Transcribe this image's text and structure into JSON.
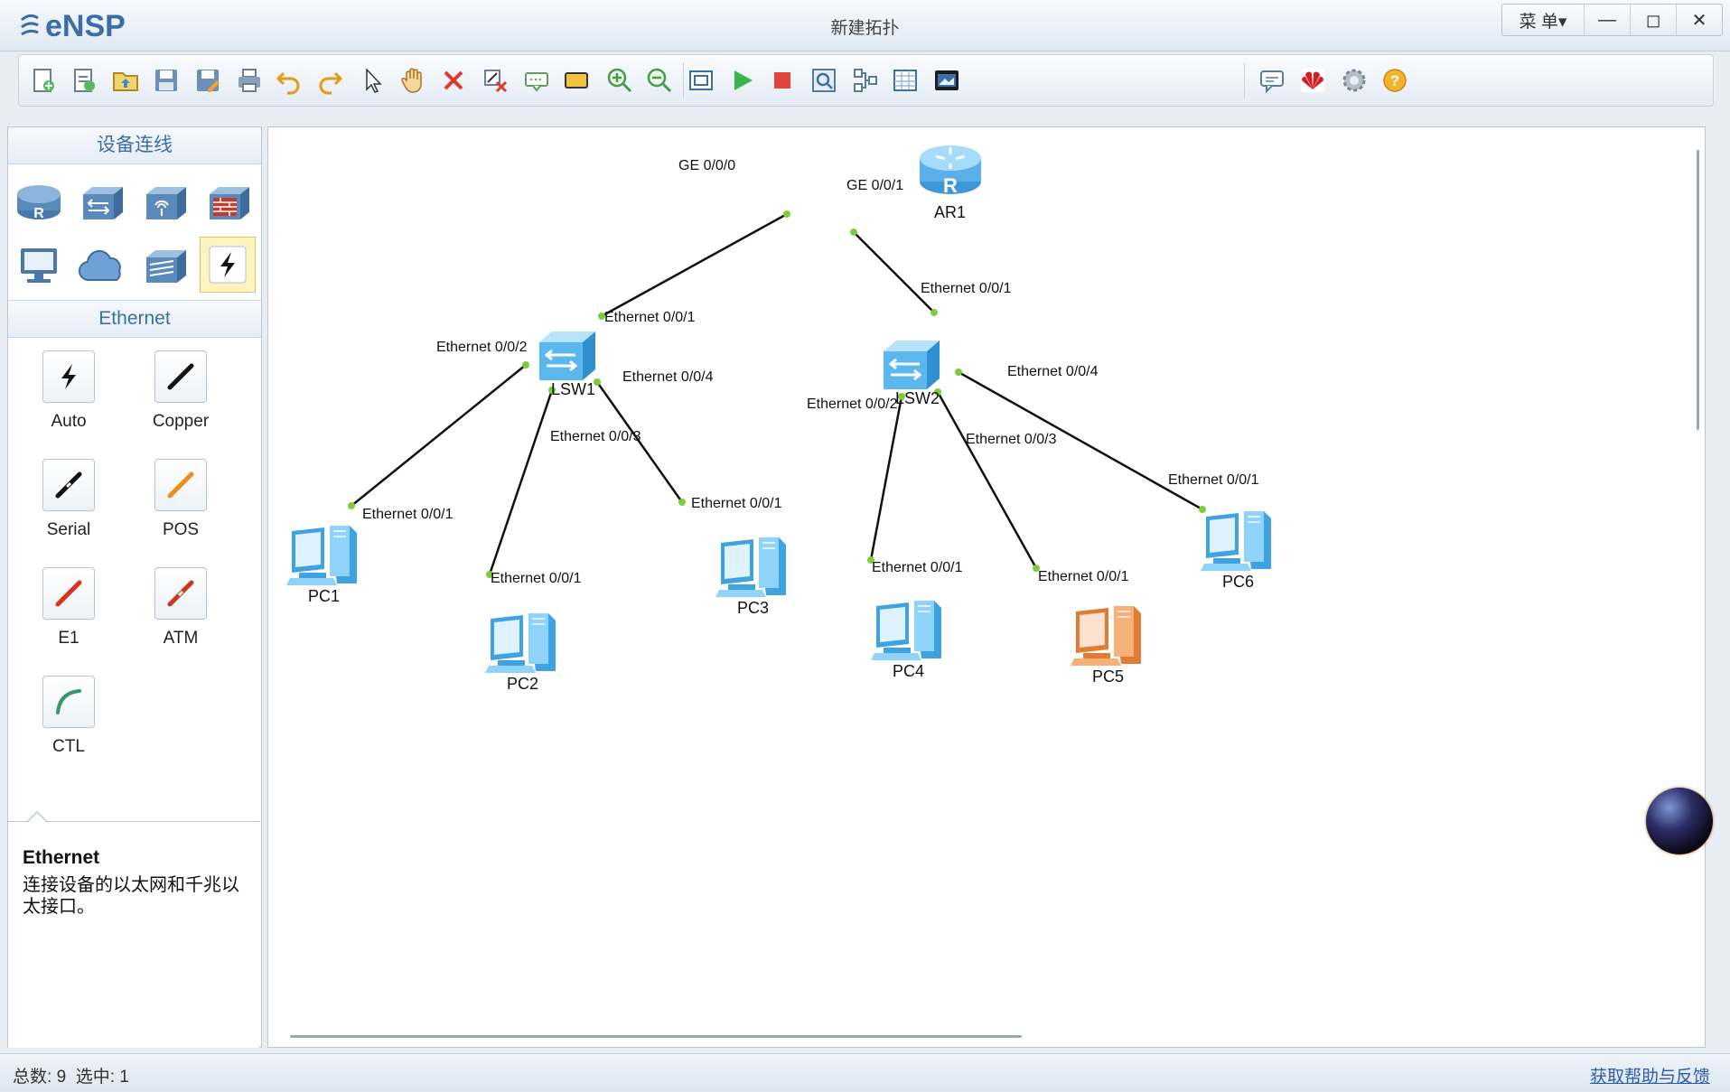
{
  "app": {
    "name": "eNSP",
    "window_title": "新建拓扑"
  },
  "window_controls": {
    "menu_label": "菜 单▾"
  },
  "toolbar": {
    "items": [
      "new-topology-icon",
      "new-experiment-icon",
      "open-icon",
      "save-icon",
      "save-as-icon",
      "print-icon",
      "undo-icon",
      "redo-icon",
      "select-icon",
      "pan-icon",
      "delete-icon",
      "delete-link-icon",
      "text-icon",
      "rectangle-icon",
      "zoom-in-icon",
      "zoom-out-icon",
      "fit-view-icon",
      "start-icon",
      "stop-icon",
      "capture-icon",
      "topology-icon",
      "grid-icon",
      "terminal-icon",
      "message-icon",
      "huawei-icon",
      "settings-icon",
      "help-icon"
    ]
  },
  "left_panel": {
    "devices_header": "设备连线",
    "devices": [
      "router-icon",
      "switch-icon",
      "wireless-icon",
      "firewall-icon",
      "pc-icon",
      "cloud-icon",
      "other-device-icon",
      "link-icon"
    ],
    "links_header": "Ethernet",
    "links": [
      {
        "label": "Auto",
        "color": "#111111"
      },
      {
        "label": "Copper",
        "color": "#111111"
      },
      {
        "label": "Serial",
        "color": "#111111"
      },
      {
        "label": "POS",
        "color": "#f28a1e"
      },
      {
        "label": "E1",
        "color": "#d9331f"
      },
      {
        "label": "ATM",
        "color": "#c8391f"
      },
      {
        "label": "CTL",
        "color": "#2f9a6a"
      }
    ],
    "desc_title": "Ethernet",
    "desc_text": "连接设备的以太网和千兆以太接口。"
  },
  "topology": {
    "nodes": [
      {
        "id": "AR1",
        "label": "AR1",
        "type": "router"
      },
      {
        "id": "LSW1",
        "label": "LSW1",
        "type": "switch"
      },
      {
        "id": "LSW2",
        "label": "LSW2",
        "type": "switch"
      },
      {
        "id": "PC1",
        "label": "PC1",
        "type": "pc"
      },
      {
        "id": "PC2",
        "label": "PC2",
        "type": "pc"
      },
      {
        "id": "PC3",
        "label": "PC3",
        "type": "pc"
      },
      {
        "id": "PC4",
        "label": "PC4",
        "type": "pc"
      },
      {
        "id": "PC5",
        "label": "PC5",
        "type": "pc-selected"
      },
      {
        "id": "PC6",
        "label": "PC6",
        "type": "pc"
      }
    ],
    "links": [
      {
        "from": "AR1",
        "to": "LSW1",
        "from_port": "GE 0/0/0",
        "to_port": "Ethernet 0/0/1"
      },
      {
        "from": "AR1",
        "to": "LSW2",
        "from_port": "GE 0/0/1",
        "to_port": "Ethernet 0/0/1"
      },
      {
        "from": "LSW1",
        "to": "PC1",
        "from_port": "Ethernet 0/0/2",
        "to_port": "Ethernet 0/0/1"
      },
      {
        "from": "LSW1",
        "to": "PC2",
        "from_port": "Ethernet 0/0/3",
        "to_port": "Ethernet 0/0/1"
      },
      {
        "from": "LSW1",
        "to": "PC3",
        "from_port": "Ethernet 0/0/4",
        "to_port": "Ethernet 0/0/1"
      },
      {
        "from": "LSW2",
        "to": "PC4",
        "from_port": "Ethernet 0/0/2",
        "to_port": "Ethernet 0/0/1"
      },
      {
        "from": "LSW2",
        "to": "PC5",
        "from_port": "Ethernet 0/0/3",
        "to_port": "Ethernet 0/0/1"
      },
      {
        "from": "LSW2",
        "to": "PC6",
        "from_port": "Ethernet 0/0/4",
        "to_port": "Ethernet 0/0/1"
      }
    ],
    "link_color": "#111111",
    "port_dot_color": "#7ccd3a"
  },
  "status": {
    "total_label": "总数:",
    "total": "9",
    "selected_label": "选中:",
    "selected": "1",
    "help_link": "获取帮助与反馈"
  }
}
